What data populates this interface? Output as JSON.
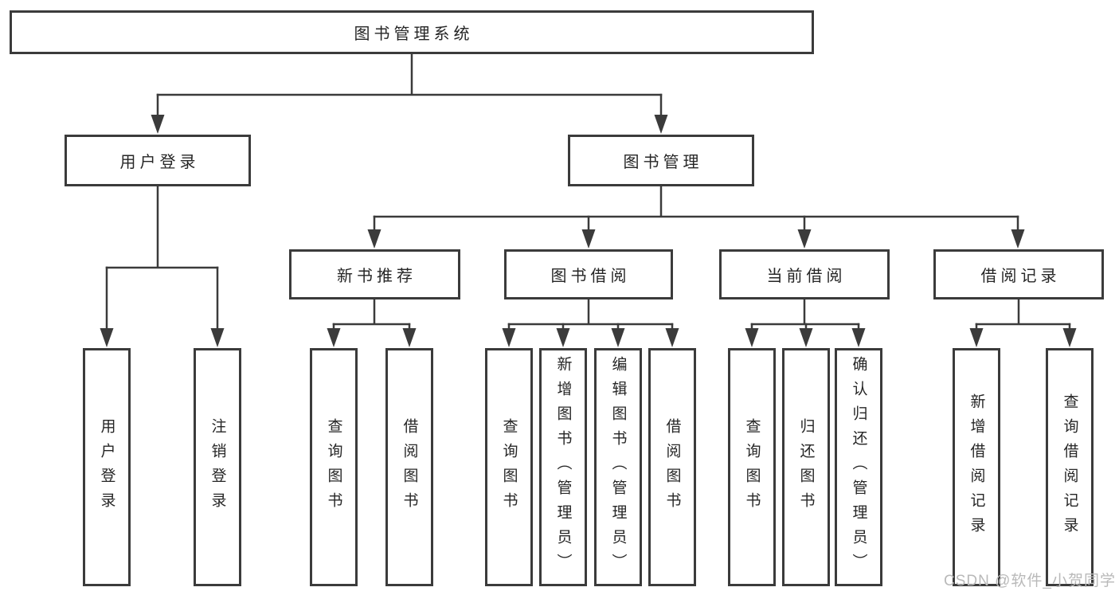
{
  "diagram": {
    "type": "tree",
    "tree": {
      "label": "图书管理系统",
      "children": [
        {
          "label": "用户登录",
          "children": [
            {
              "label": "用户登录"
            },
            {
              "label": "注销登录"
            }
          ]
        },
        {
          "label": "图书管理",
          "children": [
            {
              "label": "新书推荐",
              "children": [
                {
                  "label": "查询图书"
                },
                {
                  "label": "借阅图书"
                }
              ]
            },
            {
              "label": "图书借阅",
              "children": [
                {
                  "label": "查询图书"
                },
                {
                  "label": "新增图书（管理员）"
                },
                {
                  "label": "编辑图书（管理员）"
                },
                {
                  "label": "借阅图书"
                }
              ]
            },
            {
              "label": "当前借阅",
              "children": [
                {
                  "label": "查询图书"
                },
                {
                  "label": "归还图书"
                },
                {
                  "label": "确认归还（管理员）"
                }
              ]
            },
            {
              "label": "借阅记录",
              "children": [
                {
                  "label": "新增借阅记录"
                },
                {
                  "label": "查询借阅记录"
                }
              ]
            }
          ]
        }
      ]
    },
    "watermark": "CSDN @软件_小贺同学",
    "colors": {
      "line": "#3b3b3b",
      "box_background": "#ffffff",
      "text": "#262626",
      "watermark": "#b9b9b9",
      "page_background": "#ffffff"
    }
  }
}
